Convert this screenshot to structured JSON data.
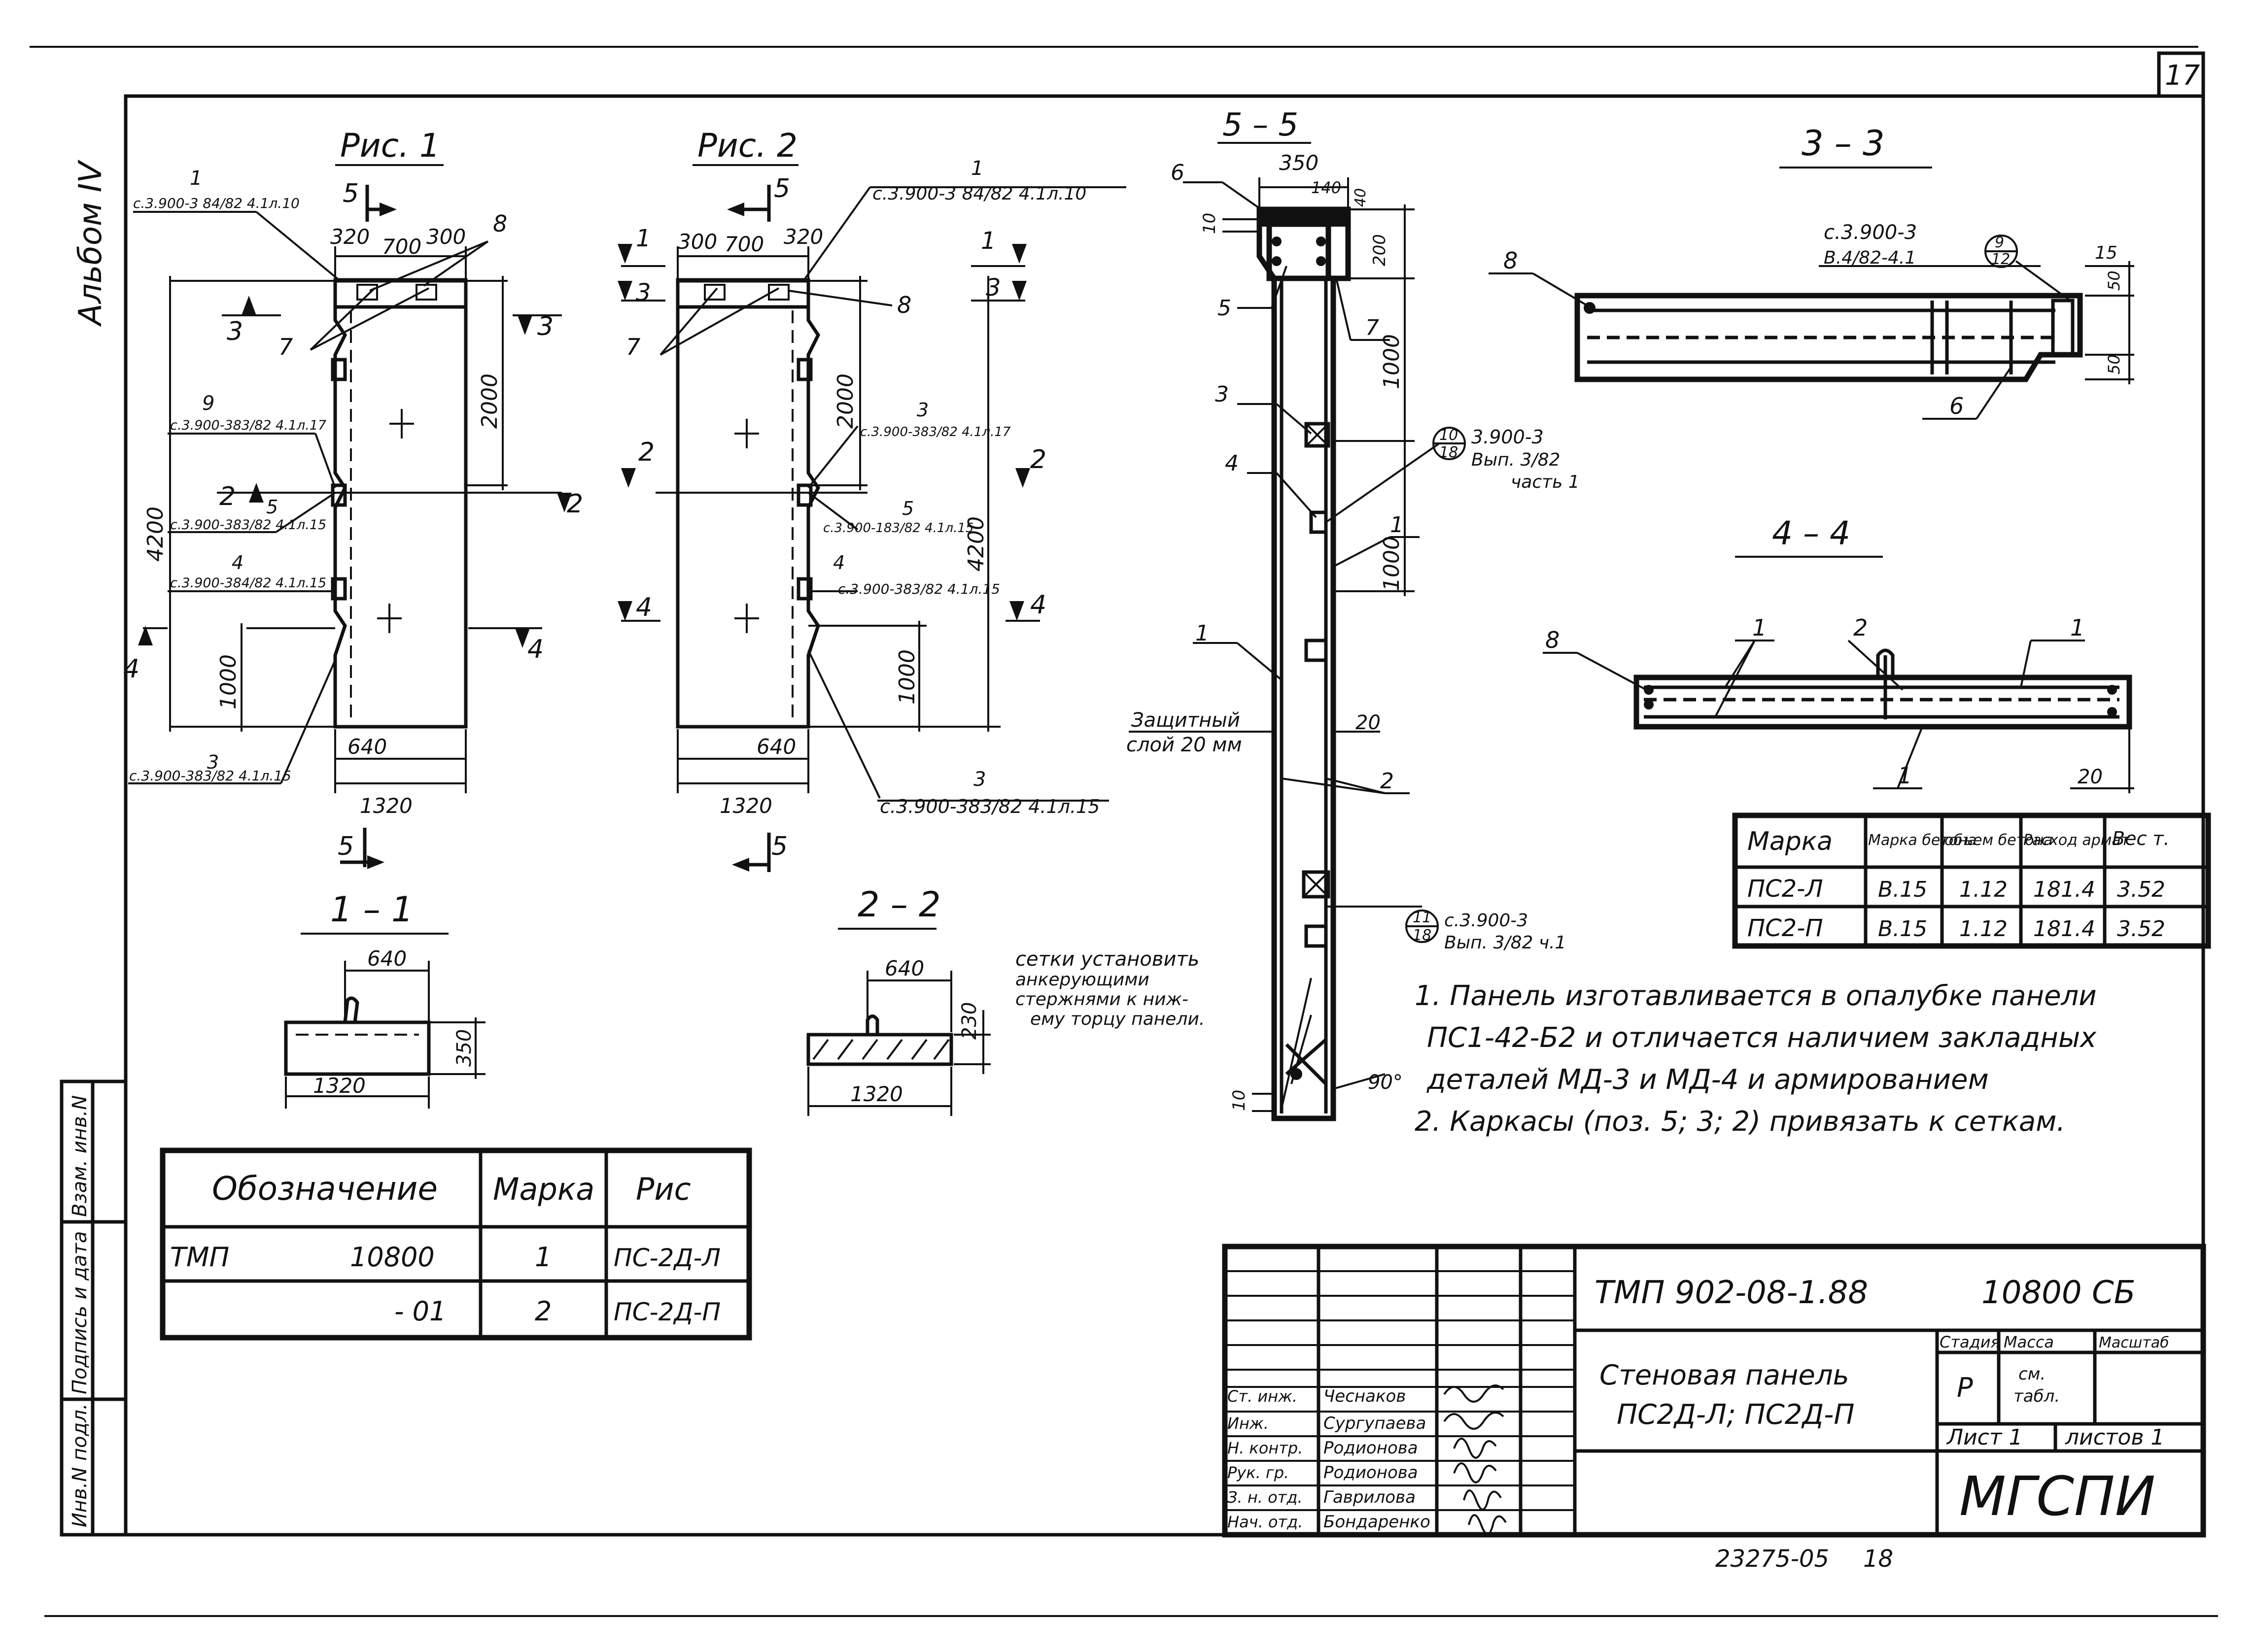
{
  "page_number": "17",
  "album": "Альбом IV",
  "side_stamp": [
    "Инв.N подл.",
    "Подпись и дата",
    "Взам. инв.N"
  ],
  "fig1": {
    "title": "Рис. 1",
    "dims": [
      "320",
      "700",
      "300",
      "2000",
      "4200",
      "1000",
      "640",
      "1320"
    ],
    "refs": [
      "1",
      "с.3.900-3 84/82 4.1л.10",
      "8",
      "7",
      "9",
      "с.3.900-383/82 4.1л.17",
      "5",
      "с.3.900-383/82 4.1л.15",
      "4",
      "с.3.900-384/82 4.1л.15",
      "3",
      "с.3.900-383/82 4.1л.15"
    ],
    "cuts": [
      "5",
      "3",
      "3",
      "2",
      "2",
      "4",
      "4",
      "5"
    ]
  },
  "fig2": {
    "title": "Рис. 2",
    "dims": [
      "300",
      "700",
      "320",
      "2000",
      "4200",
      "1000",
      "640",
      "1320"
    ],
    "refs": [
      "1",
      "с.3.900-3 84/82 4.1л.10",
      "8",
      "7",
      "3",
      "с.3.900-383/82 4.1л.17",
      "5",
      "с.3.900-183/82 4.1л.15",
      "4",
      "с.3.900-383/82 4.1л.15",
      "3",
      "с.3.900-383/82 4.1л.15"
    ],
    "cuts": [
      "5",
      "1",
      "1",
      "3",
      "3",
      "2",
      "2",
      "4",
      "4",
      "5"
    ]
  },
  "section_5_5": {
    "title": "5 – 5",
    "dims": [
      "350",
      "140",
      "40",
      "10",
      "200",
      "1000",
      "1000",
      "20",
      "10",
      "90°"
    ],
    "refs": [
      "6",
      "5",
      "7",
      "3",
      "4",
      "1",
      "1",
      "2",
      "10",
      "18",
      "3.900-3",
      "Вып. 3/82",
      "часть 1",
      "11",
      "18",
      "с.3.900-3",
      "Вып. 3/82 ч.1"
    ],
    "cover_note": [
      "Защитный",
      "слой 20 мм"
    ],
    "mesh_note": [
      "сетки установить",
      "анкерующими",
      "стержнями к ниж-",
      "ему торцу панели."
    ]
  },
  "section_3_3": {
    "title": "3 – 3",
    "refs": [
      "8",
      "6",
      "9",
      "12",
      "с.3.900-3",
      "В.4/82-4.1"
    ],
    "dims": [
      "15",
      "50",
      "50"
    ]
  },
  "section_4_4": {
    "title": "4 – 4",
    "refs": [
      "8",
      "1",
      "2",
      "1",
      "1"
    ],
    "dims": [
      "20"
    ]
  },
  "section_1_1": {
    "title": "1 – 1",
    "dims": [
      "640",
      "1320",
      "350"
    ]
  },
  "section_2_2": {
    "title": "2 – 2",
    "dims": [
      "640",
      "1320",
      "230"
    ]
  },
  "mark_table": {
    "headers": [
      "Марка",
      "Марка бетона",
      "объем бетона",
      "Расход армат",
      "Вес т."
    ],
    "rows": [
      [
        "ПС2-Л",
        "В.15",
        "1.12",
        "181.4",
        "3.52"
      ],
      [
        "ПС2-П",
        "В.15",
        "1.12",
        "181.4",
        "3.52"
      ]
    ]
  },
  "notes": [
    "1. Панель изготавливается в опалубке панели",
    "ПС1-42-Б2 и отличается наличием закладных",
    "деталей МД-3 и МД-4 и армированием",
    "2. Каркасы (поз. 5; 3; 2) привязать к сеткам."
  ],
  "designation_table": {
    "headers": [
      "Обозначение",
      "Марка",
      "Рис"
    ],
    "rows": [
      [
        "ТМП",
        "10800",
        "1",
        "ПС-2Д-Л"
      ],
      [
        "",
        "- 01",
        "2",
        "ПС-2Д-П"
      ]
    ]
  },
  "title_block": {
    "code": "ТМП 902-08-1.88",
    "code2": "10800 СБ",
    "name_line1": "Стеновая панель",
    "name_line2": "ПС2Д-Л; ПС2Д-П",
    "stage_header": "Стадия",
    "mass_header": "Масса",
    "scale_header": "Масштаб",
    "stage": "Р",
    "mass_line1": "см.",
    "mass_line2": "табл.",
    "sheet": "Лист 1",
    "sheets": "листов 1",
    "org": "МГСПИ",
    "staff": [
      {
        "role": "Ст. инж.",
        "name": "Чеснаков"
      },
      {
        "role": "Инж.",
        "name": "Сургупаева"
      },
      {
        "role": "Н. контр.",
        "name": "Родионова"
      },
      {
        "role": "Рук. гр.",
        "name": "Родионова"
      },
      {
        "role": "З. н. отд.",
        "name": "Гаврилова"
      },
      {
        "role": "Нач. отд.",
        "name": "Бондаренко"
      }
    ]
  },
  "footer_code": "23275-05",
  "footer_page": "18"
}
